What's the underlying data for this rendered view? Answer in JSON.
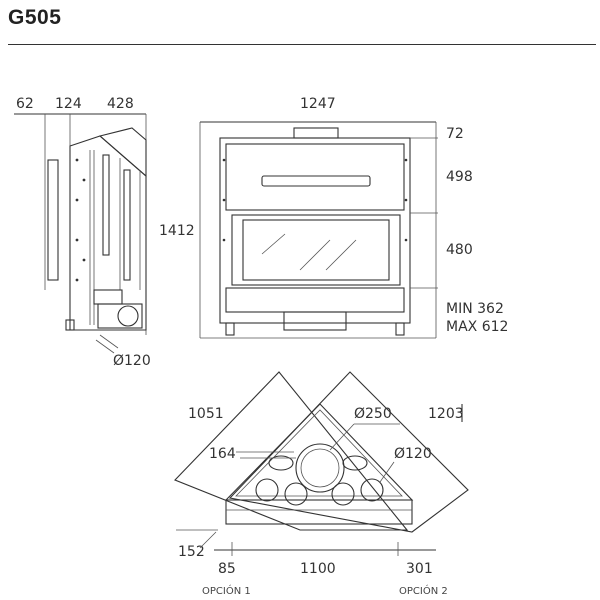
{
  "header": {
    "title": "G505"
  },
  "side_view": {
    "dim_top": [
      "62",
      "124",
      "428"
    ],
    "dim_pipe": "Ø120"
  },
  "front_view": {
    "dim_width": "1247",
    "dim_height": "1412",
    "dim_right": [
      "72",
      "498",
      "480"
    ],
    "dim_min": "MIN 362",
    "dim_max": "MAX 612"
  },
  "plan_view": {
    "dim_left_diag": "1051",
    "dim_right_diag": "1203",
    "dim_large_pipe": "Ø250",
    "dim_offset": "164",
    "dim_small_pipe": "Ø120",
    "dim_depth": "152",
    "dim_bottom": [
      "85",
      "1100",
      "301"
    ],
    "options": [
      "OPCIÓN 1",
      "OPCIÓN 2"
    ]
  }
}
